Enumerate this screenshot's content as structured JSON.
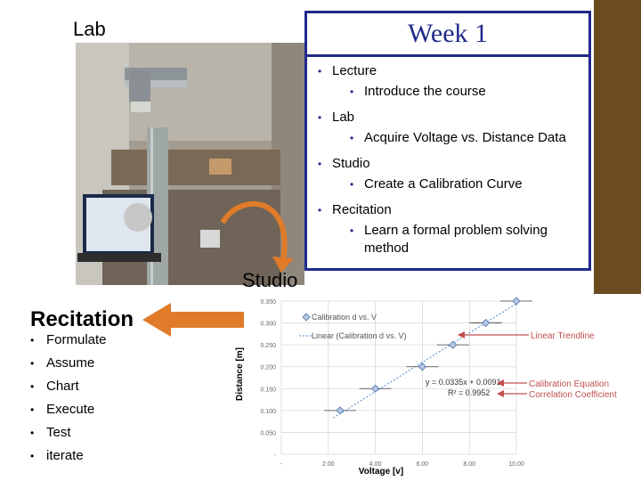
{
  "lab_title": "Lab",
  "week_title": "Week 1",
  "agenda": [
    {
      "label": "Lecture",
      "subitems": [
        "Introduce the course"
      ]
    },
    {
      "label": "Lab",
      "subitems": [
        "Acquire Voltage vs. Distance Data"
      ]
    },
    {
      "label": "Studio",
      "subitems": [
        "Create a Calibration Curve"
      ]
    },
    {
      "label": "Recitation",
      "subitems": [
        "Learn a formal problem solving method"
      ]
    }
  ],
  "studio_label": "Studio",
  "recitation_title": "Recitation",
  "recitation_steps": [
    "Formulate",
    "Assume",
    "Chart",
    "Execute",
    "Test",
    "iterate"
  ],
  "colors": {
    "accent": "#1f2a8a",
    "sidebar": "#6b4c1f",
    "arrow": "#e07b2a",
    "callout": "#c0504d"
  },
  "chart_data": {
    "type": "scatter",
    "xlabel": "Voltage [v]",
    "ylabel": "Distance [m]",
    "xlim": [
      0,
      10
    ],
    "ylim": [
      0,
      0.35
    ],
    "x_ticks": [
      "-",
      "2.00",
      "4.00",
      "6.00",
      "8.00",
      "10.00"
    ],
    "y_ticks": [
      "-",
      "0.050",
      "0.100",
      "0.150",
      "0.200",
      "0.250",
      "0.300",
      "0.350"
    ],
    "series": [
      {
        "name": "Calibration d vs. V",
        "points": [
          [
            2.5,
            0.1
          ],
          [
            4.0,
            0.15
          ],
          [
            6.0,
            0.2
          ],
          [
            7.3,
            0.25
          ],
          [
            8.7,
            0.3
          ],
          [
            10.0,
            0.35
          ]
        ]
      },
      {
        "name": "Linear (Calibration d vs. V)",
        "slope": 0.0335,
        "intercept": 0.0091
      }
    ],
    "equation": "y = 0.0335x + 0.0091",
    "r_squared": "R² = 0.9952",
    "annotations": [
      "Linear Trendline",
      "Calibration Equation",
      "Correlation Coefficient"
    ]
  }
}
